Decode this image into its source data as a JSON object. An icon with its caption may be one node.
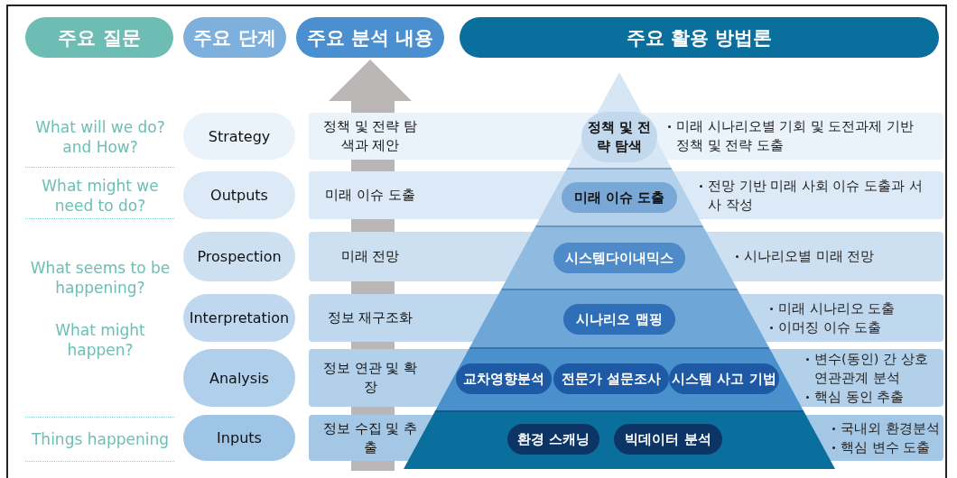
{
  "diagram": {
    "nodes": [
      {
        "text": [
          "주요 질문"
        ]
      },
      {
        "text": [
          "주요 단계"
        ]
      },
      {
        "text": [
          "주요 분석 내용"
        ]
      },
      {
        "text": [
          "주요 활용 방법론"
        ]
      },
      {
        "text": [
          "Strategy"
        ]
      },
      {
        "text": [
          "정책 및 전략 탐색과 제안",
          "미래 시나리오별 기회 및 도전과제 기반 정책 및 전략 도출"
        ]
      },
      {
        "text": [
          "정책 및 전략 탐색"
        ],
        "in": 5
      },
      {
        "text": [
          "Outputs"
        ]
      },
      {
        "text": [
          "미래 이슈 도출",
          "전망 기반 미래 사회 이슈 도출과 서사 작성"
        ]
      },
      {
        "text": [
          "미래 이슈 도출"
        ],
        "in": 8
      },
      {
        "text": [
          "Prospection"
        ]
      },
      {
        "text": [
          "미래 전망",
          "시나리오별 미래 전망"
        ]
      },
      {
        "text": [
          "시스템다이내믹스"
        ],
        "in": 11
      },
      {
        "text": [
          "Interpretation"
        ]
      },
      {
        "text": [
          "정보 재구조화",
          "미래 시나리오 도출",
          "이머징 이슈 도출"
        ]
      },
      {
        "text": [
          "시나리오 맵핑"
        ],
        "in": 14
      },
      {
        "text": [
          "Analysis"
        ]
      },
      {
        "text": [
          "정보 연관 및 확장",
          "변수(동인) 간 상호 연관관계 분석",
          "핵심 동인 추출"
        ]
      },
      {
        "text": [
          "교차영향분석"
        ],
        "in": 17
      },
      {
        "text": [
          "전문가 설문조사"
        ],
        "in": 17
      },
      {
        "text": [
          "시스템 사고 기법"
        ],
        "in": 17
      },
      {
        "text": [
          "Inputs"
        ]
      },
      {
        "text": [
          "정보 수집 및 추출",
          "국내외 환경분석",
          "핵심 변수 도출"
        ]
      },
      {
        "text": [
          "환경 스캐닝"
        ],
        "in": 22
      },
      {
        "text": [
          "빅데이터 분석"
        ],
        "in": 22
      }
    ],
    "labels": [
      "What will we do? and How?",
      "What might we need to do?",
      "What seems to be happening?",
      "What might happen?",
      "Things happening"
    ]
  }
}
